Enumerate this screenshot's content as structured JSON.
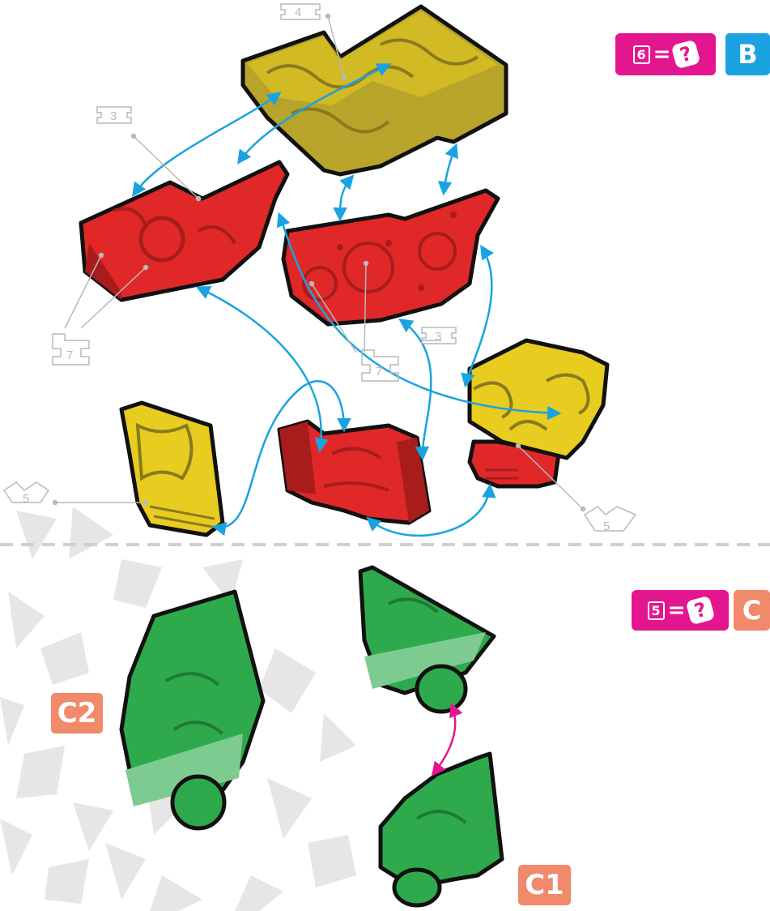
{
  "sub_steps": {
    "c1": "C1",
    "c2": "C2"
  },
  "steps": {
    "b": "B",
    "c": "C"
  },
  "equations": {
    "first": {
      "count": "6",
      "equals": "=",
      "unknown": "?"
    },
    "second": {
      "count": "5",
      "equals": "=",
      "unknown": "?"
    }
  },
  "part_callouts": {
    "four_connector": "4",
    "three_connector_top": "3",
    "three_connector_mid": "3",
    "seven_connector_left": "7",
    "seven_connector_mid": "7",
    "five_connector_left": "5",
    "five_connector_right": "5"
  },
  "colors": {
    "yellow": "#e8cc20",
    "yellow_dark": "#b8a42a",
    "red": "#e02828",
    "red_dark": "#a81c1c",
    "green": "#2eaa4c",
    "green_dark": "#1f7a35",
    "arrow_blue": "#1aa3e0",
    "arrow_pink": "#e4168f",
    "badge_orange": "#f08a6a",
    "badge_blue": "#1aa3e0",
    "badge_pink": "#e4168f",
    "callout_gray": "#b9b9b9"
  }
}
